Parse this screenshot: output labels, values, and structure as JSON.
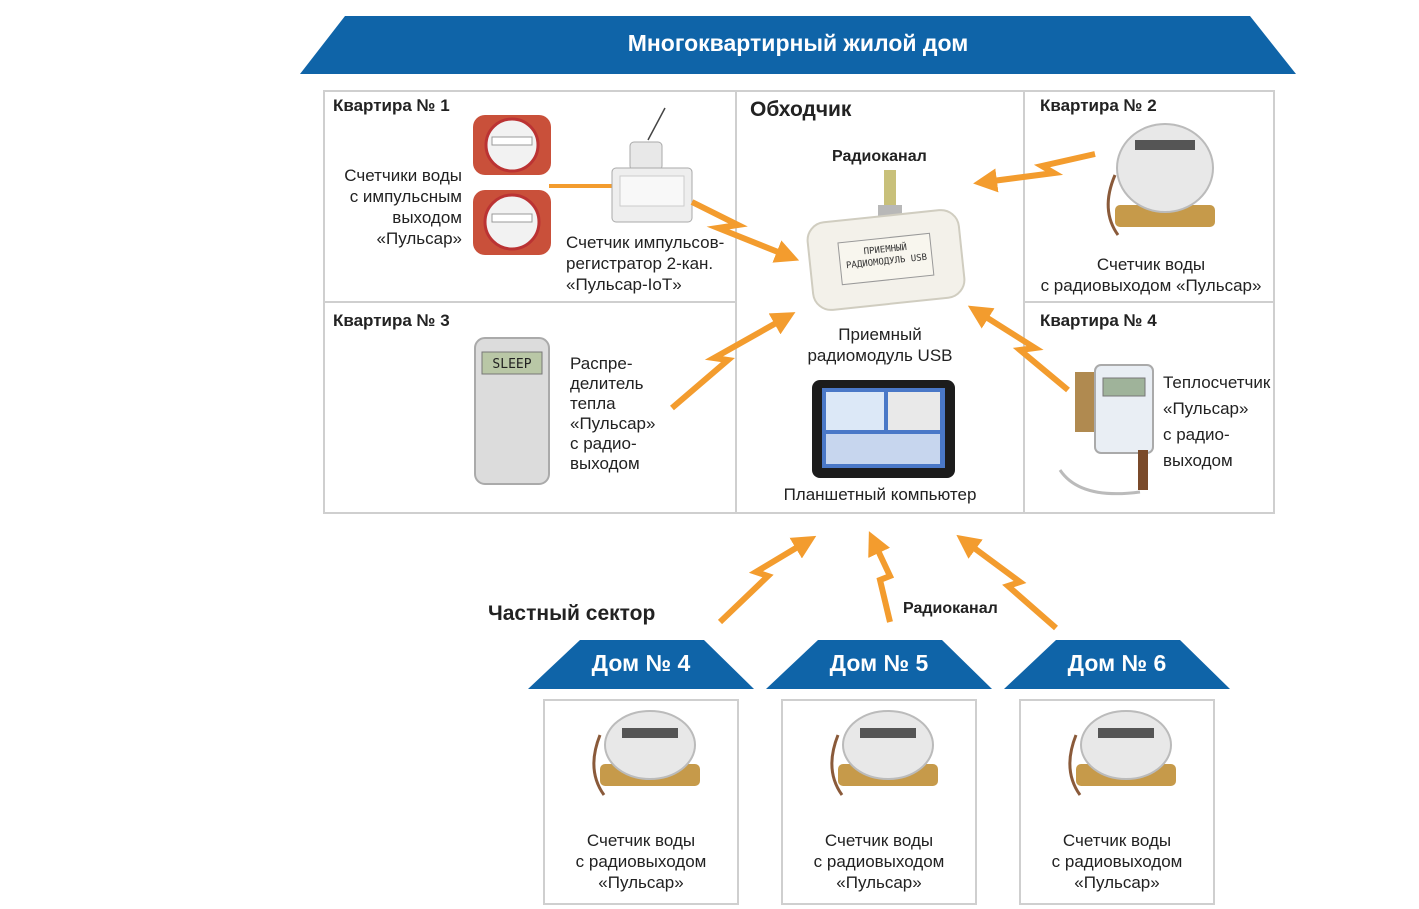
{
  "building": {
    "title": "Многоквартирный жилой дом",
    "collector_title": "Обходчик",
    "radio_channel_label": "Радиоканал",
    "apartments": [
      {
        "title": "Квартира № 1"
      },
      {
        "title": "Квартира № 2"
      },
      {
        "title": "Квартира № 3"
      },
      {
        "title": "Квартира № 4"
      }
    ],
    "apt1_meter_label": [
      "Счетчики воды",
      "с импульсным",
      "выходом",
      "«Пульсар»"
    ],
    "apt1_register_label": [
      "Счетчик импульсов-",
      "регистратор 2-кан.",
      "«Пульсар-IoT»"
    ],
    "apt2_meter_label": [
      "Счетчик воды",
      "с радиовыходом «Пульсар»"
    ],
    "apt3_distributor_label": [
      "Распре-",
      "делитель",
      "тепла",
      "«Пульсар»",
      "с радио-",
      "выходом"
    ],
    "apt4_heatmeter_label": [
      "Теплосчетчик",
      "«Пульсар»",
      "с радио-",
      "выходом"
    ],
    "usb_module_label": [
      "Приемный",
      "радиомодуль USB"
    ],
    "usb_module_device_text": [
      "ПРИЕМНЫЙ",
      "РАДИОМОДУЛЬ USB"
    ],
    "distributor_screen_text": "SLEEP",
    "tablet_label": "Планшетный компьютер"
  },
  "private_sector": {
    "title": "Частный сектор",
    "radio_channel_label": "Радиоканал",
    "houses": [
      {
        "title": "Дом № 4",
        "meter_label": [
          "Счетчик воды",
          "с радиовыходом",
          "«Пульсар»"
        ]
      },
      {
        "title": "Дом № 5",
        "meter_label": [
          "Счетчик воды",
          "с радиовыходом",
          "«Пульсар»"
        ]
      },
      {
        "title": "Дом № 6",
        "meter_label": [
          "Счетчик воды",
          "с радиовыходом",
          "«Пульсар»"
        ]
      }
    ]
  },
  "colors": {
    "banner_blue": "#0f64a8",
    "arrow_orange": "#f39c2e",
    "border_gray": "#cfcfcf"
  }
}
